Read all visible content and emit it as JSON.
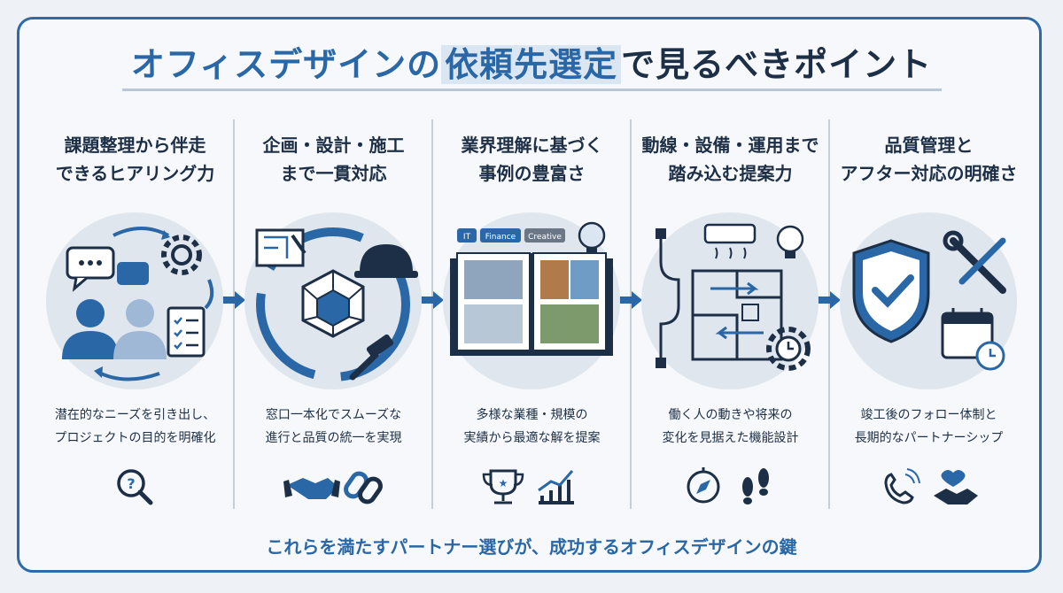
{
  "title": {
    "part1": "オフィスデザインの",
    "part2": "依頼先選定",
    "part3": "で見るべきポイント"
  },
  "columns": [
    {
      "heading_line1": "課題整理から伴走",
      "heading_line2": "できるヒアリング力",
      "desc_line1": "潜在的なニーズを引き出し、",
      "desc_line2": "プロジェクトの目的を明確化"
    },
    {
      "heading_line1": "企画・設計・施工",
      "heading_line2": "まで一貫対応",
      "desc_line1": "窓口一本化でスムーズな",
      "desc_line2": "進行と品質の統一を実現"
    },
    {
      "heading_line1": "業界理解に基づく",
      "heading_line2": "事例の豊富さ",
      "desc_line1": "多様な業種・規模の",
      "desc_line2": "実績から最適な解を提案",
      "tags": [
        "IT",
        "Finance",
        "Creative"
      ]
    },
    {
      "heading_line1": "動線・設備・運用まで",
      "heading_line2": "踏み込む提案力",
      "desc_line1": "働く人の動きや将来の",
      "desc_line2": "変化を見据えた機能設計"
    },
    {
      "heading_line1": "品質管理と",
      "heading_line2": "アフター対応の明確さ",
      "desc_line1": "竣工後のフォロー体制と",
      "desc_line2": "長期的なパートナーシップ"
    }
  ],
  "footer": "これらを満たすパートナー選びが、成功するオフィスデザインの鍵",
  "colors": {
    "accent": "#2a67a6",
    "dark": "#1d2f46",
    "circle": "#dfe6ee"
  }
}
